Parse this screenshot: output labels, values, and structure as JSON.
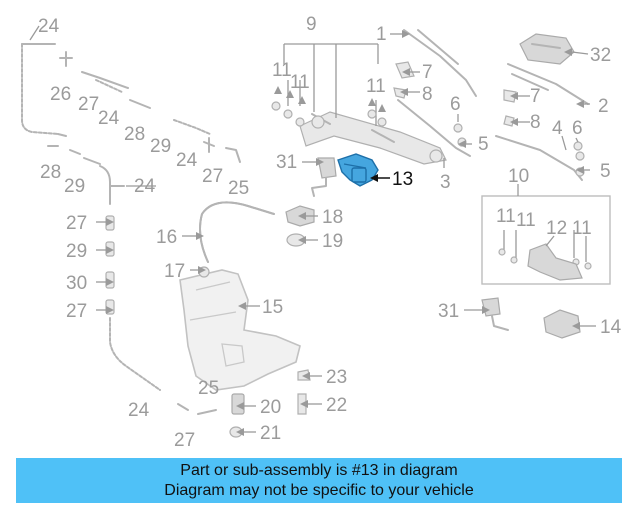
{
  "callouts": {
    "c1": "1",
    "c2": "2",
    "c3": "3",
    "c4": "4",
    "c5a": "5",
    "c5b": "5",
    "c6": "6",
    "c7a": "7",
    "c7b": "7",
    "c8a": "8",
    "c8b": "8",
    "c9": "9",
    "c10": "10",
    "c11a": "11",
    "c11b": "11",
    "c11c": "11",
    "c11d": "11",
    "c11e": "11",
    "c11f": "11",
    "c12": "12",
    "c13": "13",
    "c14": "14",
    "c15": "15",
    "c16": "16",
    "c17": "17",
    "c18": "18",
    "c19": "19",
    "c20": "20",
    "c21": "21",
    "c22": "22",
    "c23": "23",
    "c24a": "24",
    "c24b": "24",
    "c24c": "24",
    "c24d": "24",
    "c24e": "24",
    "c25a": "25",
    "c25b": "25",
    "c26": "26",
    "c27a": "27",
    "c27b": "27",
    "c27c": "27",
    "c27d": "27",
    "c27e": "27",
    "c28a": "28",
    "c28b": "28",
    "c29a": "29",
    "c29b": "29",
    "c29c": "29",
    "c30": "30",
    "c31a": "31",
    "c31b": "31",
    "c32": "32"
  },
  "highlight": {
    "part_number": "13",
    "color": "#45a6df"
  },
  "banner": {
    "line1": "Part or sub-assembly is #13 in diagram",
    "line2": "Diagram may not be specific to your vehicle",
    "background": "#4fc1f7"
  }
}
